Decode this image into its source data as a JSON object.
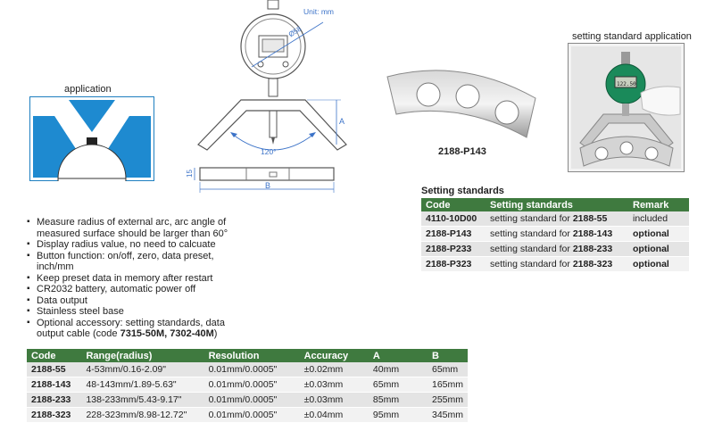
{
  "labels": {
    "unit": "Unit: mm",
    "diameter": "Ø58",
    "dim_a": "A",
    "dim_b": "B",
    "dim_15": "15",
    "angle": "120°",
    "application": "application",
    "setting_application": "setting standard application",
    "part": "2188-P143",
    "display": "122.50"
  },
  "features": [
    {
      "text": "Measure radius of external arc, arc angle of measured surface should be larger than 60°"
    },
    {
      "text": "Display radius value, no need to calcuate"
    },
    {
      "text": "Button function: on/off, zero, data preset, inch/mm"
    },
    {
      "text": "Keep preset data in memory after restart"
    },
    {
      "text": "CR2032 battery, automatic power off"
    },
    {
      "text": "Data output"
    },
    {
      "text": "Stainless steel base"
    },
    {
      "text": "Optional accessory: setting standards, data output cable (code ",
      "bold": "7315-50M, 7302-40M",
      "tail": ")"
    }
  ],
  "setting_table": {
    "title": "Setting standards",
    "headers": [
      "Code",
      "Setting standards",
      "Remark"
    ],
    "rows": [
      {
        "code": "4110-10D00",
        "desc": "setting standard for ",
        "model": "2188-55",
        "remark": "included"
      },
      {
        "code": "2188-P143",
        "desc": "setting standard for ",
        "model": "2188-143",
        "remark": "optional"
      },
      {
        "code": "2188-P233",
        "desc": "setting standard for ",
        "model": "2188-233",
        "remark": "optional"
      },
      {
        "code": "2188-P323",
        "desc": "setting standard for ",
        "model": "2188-323",
        "remark": "optional"
      }
    ]
  },
  "main_table": {
    "headers": [
      "Code",
      "Range(radius)",
      "Resolution",
      "Accuracy",
      "A",
      "B"
    ],
    "rows": [
      [
        "2188-55",
        "4-53mm/0.16-2.09\"",
        "0.01mm/0.0005\"",
        "±0.02mm",
        "40mm",
        "65mm"
      ],
      [
        "2188-143",
        "48-143mm/1.89-5.63\"",
        "0.01mm/0.0005\"",
        "±0.03mm",
        "65mm",
        "165mm"
      ],
      [
        "2188-233",
        "138-233mm/5.43-9.17\"",
        "0.01mm/0.0005\"",
        "±0.03mm",
        "85mm",
        "255mm"
      ],
      [
        "2188-323",
        "228-323mm/8.98-12.72\"",
        "0.01mm/0.0005\"",
        "±0.04mm",
        "95mm",
        "345mm"
      ]
    ]
  }
}
